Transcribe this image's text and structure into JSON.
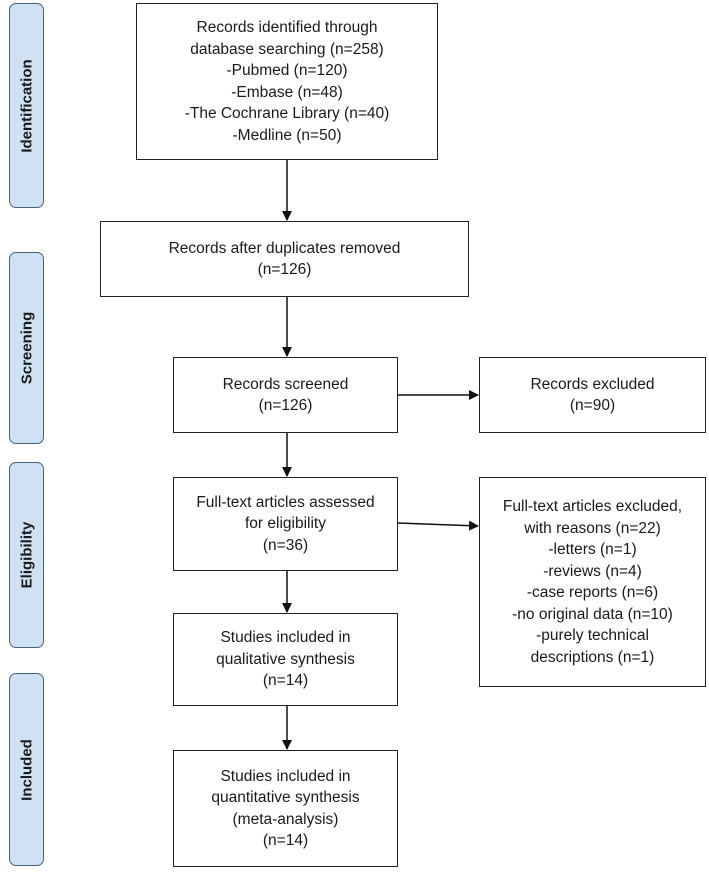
{
  "phases": {
    "identification": "Identification",
    "screening": "Screening",
    "eligibility": "Eligibility",
    "included": "Included"
  },
  "boxes": {
    "identified": [
      "Records identified through",
      "database searching (n=258)",
      "-Pubmed (n=120)",
      "-Embase (n=48)",
      "-The Cochrane Library (n=40)",
      "-Medline (n=50)"
    ],
    "duplicates": [
      "Records after duplicates removed",
      "(n=126)"
    ],
    "screened": [
      "Records screened",
      "(n=126)"
    ],
    "excluded": [
      "Records excluded",
      "(n=90)"
    ],
    "fulltext": [
      "Full-text articles assessed",
      "for eligibility",
      "(n=36)"
    ],
    "fulltext_excluded": [
      "Full-text articles excluded,",
      "with reasons (n=22)",
      "-letters (n=1)",
      "-reviews (n=4)",
      "-case reports (n=6)",
      "-no original data (n=10)",
      "-purely technical",
      "descriptions (n=1)"
    ],
    "qualitative": [
      "Studies included in",
      "qualitative synthesis",
      "(n=14)"
    ],
    "quantitative": [
      "Studies included in",
      "quantitative synthesis",
      "(meta-analysis)",
      "(n=14)"
    ]
  }
}
